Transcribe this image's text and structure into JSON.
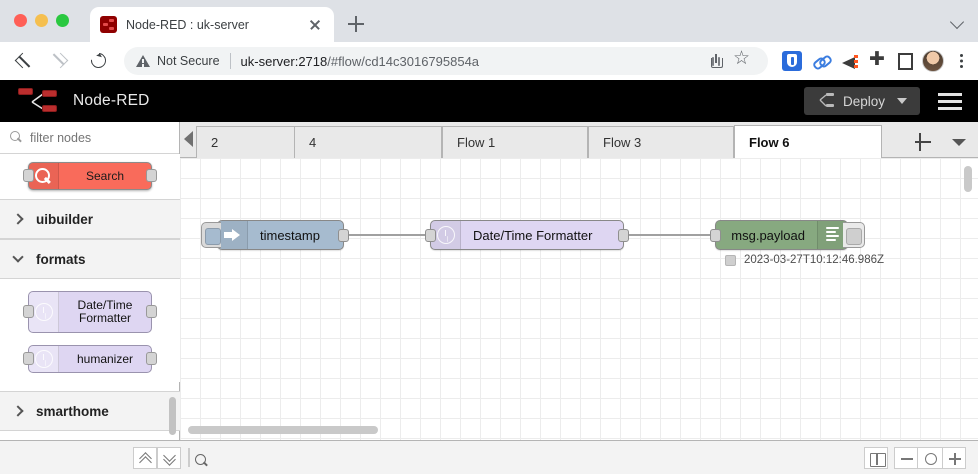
{
  "browser": {
    "tab": {
      "title": "Node-RED : uk-server",
      "favicon_name": "node-red-favicon"
    },
    "new_tab_label": "+",
    "toolbar": {
      "back_icon": "back-arrow-icon",
      "forward_icon": "forward-arrow-icon",
      "reload_icon": "reload-icon",
      "security_label": "Not Secure",
      "url_host": "uk-server:2718",
      "url_path": "/#flow/cd14c3016795854a",
      "share_icon": "share-icon",
      "bookmark_icon": "star-icon",
      "extensions": [
        "shield-extension-icon",
        "link-extension-icon",
        "megaphone-extension-icon",
        "puzzle-extension-icon",
        "square-extension-icon"
      ],
      "profile_icon": "avatar",
      "menu_icon": "kebab-menu-icon"
    }
  },
  "nodered": {
    "brand": "Node-RED",
    "deploy": {
      "label": "Deploy",
      "caret": "chevron-down-icon"
    },
    "menu_icon": "hamburger-icon",
    "palette": {
      "filter_placeholder": "filter nodes",
      "dragging_node": {
        "label": "Search",
        "color": "#f96b5b"
      },
      "categories": [
        {
          "label": "uibuilder",
          "expanded": false,
          "nodes": []
        },
        {
          "label": "formats",
          "expanded": true,
          "nodes": [
            {
              "label": "Date/Time Formatter",
              "color": "#ded6f2",
              "icon": "clock-icon"
            },
            {
              "label": "humanizer",
              "color": "#ded6f2",
              "icon": "clock-icon"
            }
          ]
        },
        {
          "label": "smarthome",
          "expanded": false,
          "nodes": []
        }
      ]
    },
    "tabs": {
      "scroll_left_icon": "scroll-left-icon",
      "items": [
        {
          "label": "2",
          "active": false
        },
        {
          "label": "4",
          "active": false
        },
        {
          "label": "Flow 1",
          "active": false
        },
        {
          "label": "Flow 3",
          "active": false
        },
        {
          "label": "Flow 6",
          "active": true
        }
      ],
      "add_label": "+",
      "menu_icon": "chevron-down-icon"
    },
    "flow": {
      "nodes": [
        {
          "label": "timestamp",
          "type": "inject",
          "color": "#a6bbcf",
          "icon": "arrow-right-icon"
        },
        {
          "label": "Date/Time Formatter",
          "type": "function",
          "color": "#ded6f2",
          "icon": "clock-icon"
        },
        {
          "label": "msg.payload",
          "type": "debug",
          "color": "#87a980",
          "icon": "debug-lines-icon"
        }
      ],
      "status": {
        "text": "2023-03-27T10:12:46.986Z"
      }
    },
    "footer": {
      "collapse_all_icon": "double-chevron-up-icon",
      "expand_all_icon": "double-chevron-down-icon",
      "search_icon": "search-icon",
      "navigator_icon": "map-icon",
      "zoom_out_icon": "zoom-out-icon",
      "zoom_reset_icon": "zoom-reset-icon",
      "zoom_in_icon": "zoom-in-icon"
    }
  }
}
